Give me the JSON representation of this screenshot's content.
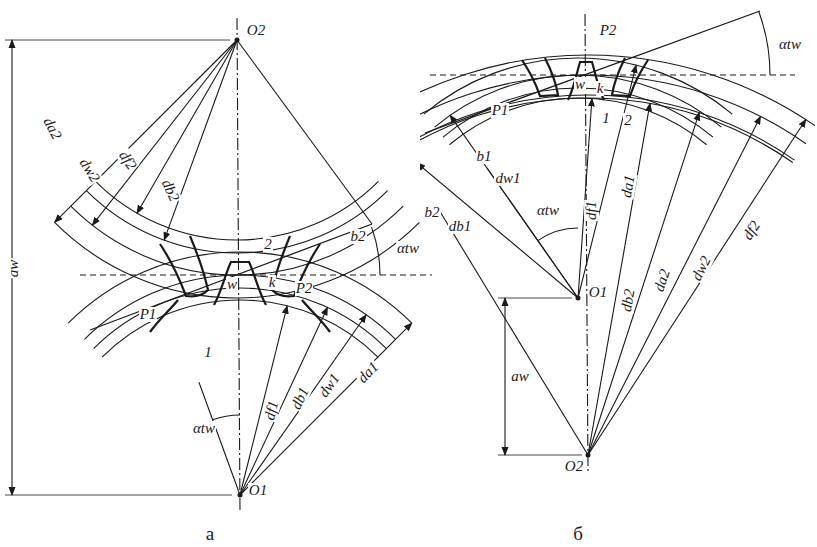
{
  "diagram": {
    "labels": [
      "O2",
      "aw",
      "da2",
      "dw2",
      "df2",
      "db2",
      "b2",
      "αtw",
      "2",
      "P2",
      "w",
      "k",
      "P1",
      "1",
      "αtw",
      "df1",
      "db1",
      "dw1",
      "da1",
      "O1",
      "а",
      "P2",
      "αtw",
      "w",
      "k",
      "P1",
      "1",
      "2",
      "b1",
      "dw1",
      "b2",
      "db1",
      "αtw",
      "df1",
      "da1",
      "da2",
      "dw2",
      "df2",
      "db2",
      "O1",
      "aw",
      "O2",
      "б"
    ]
  }
}
